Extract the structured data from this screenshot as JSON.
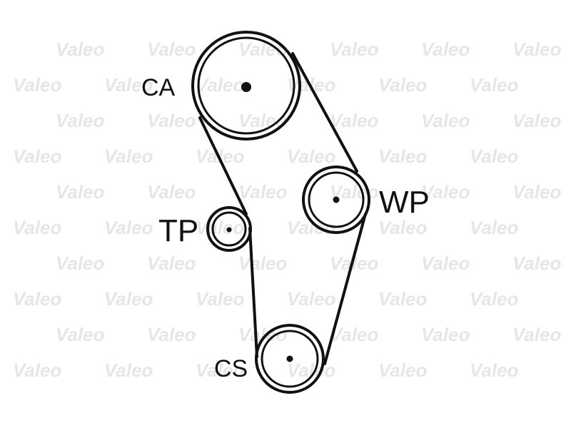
{
  "diagram": {
    "watermark_text": "Valeo",
    "pulleys": [
      {
        "id": "ca",
        "label": "CA"
      },
      {
        "id": "wp",
        "label": "WP"
      },
      {
        "id": "tp",
        "label": "TP"
      },
      {
        "id": "cs",
        "label": "CS"
      }
    ],
    "colors": {
      "line": "#111111",
      "watermark": "#e6e6e6",
      "background": "#ffffff"
    }
  }
}
